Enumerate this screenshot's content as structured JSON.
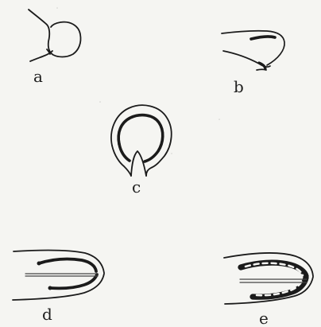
{
  "figure": {
    "labels": {
      "a": "a",
      "b": "b",
      "c": "c",
      "d": "d",
      "e": "e"
    }
  }
}
